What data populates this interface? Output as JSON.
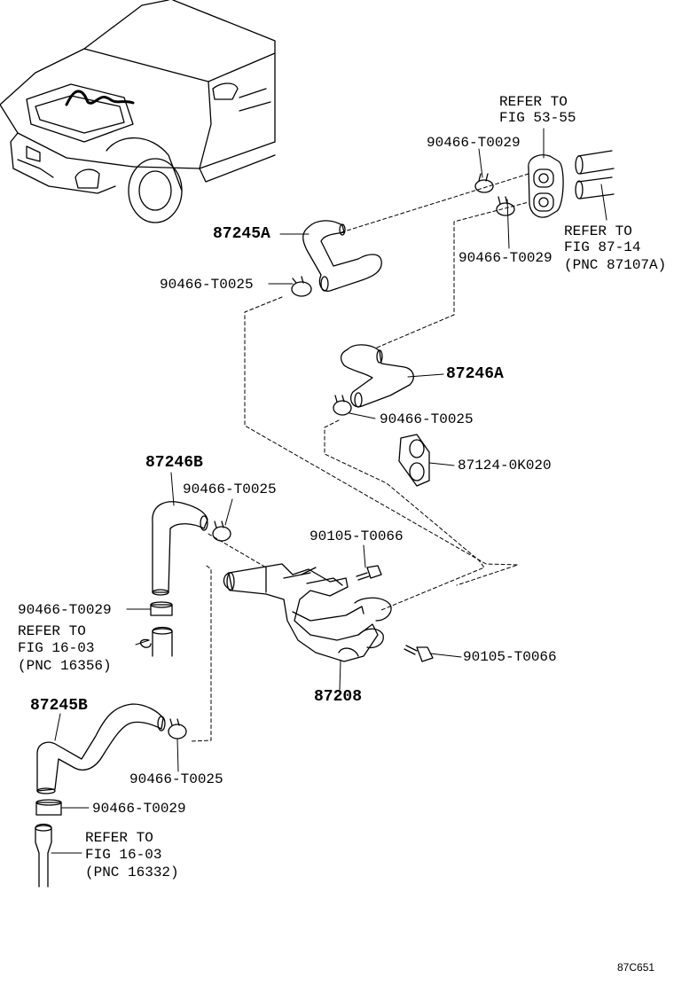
{
  "diagram": {
    "code": "87C651",
    "parts": {
      "hose_87245a": "87245A",
      "hose_87246a": "87246A",
      "hose_87246b": "87246B",
      "hose_87245b": "87245B",
      "valve_87208": "87208",
      "bracket_87124": "87124-0K020"
    },
    "clamps": {
      "clamp_t0029_top": "90466-T0029",
      "clamp_t0029_upper": "90466-T0029",
      "clamp_t0025_a": "90466-T0025",
      "clamp_t0025_b": "90466-T0025",
      "clamp_t0025_c": "90466-T0025",
      "clamp_t0029_mid": "90466-T0029",
      "clamp_t0025_d": "90466-T0025",
      "clamp_t0029_bottom": "90466-T0029"
    },
    "bolts": {
      "bolt_upper": "90105-T0066",
      "bolt_lower": "90105-T0066"
    },
    "refs": {
      "fig5355": {
        "line1": "REFER TO",
        "line2": "FIG 53-55"
      },
      "fig8714": {
        "line1": "REFER TO",
        "line2": "FIG 87-14",
        "line3": "(PNC 87107A)"
      },
      "fig1603a": {
        "line1": "REFER TO",
        "line2": "FIG 16-03",
        "line3": "(PNC 16356)"
      },
      "fig1603b": {
        "line1": "REFER TO",
        "line2": "FIG 16-03",
        "line3": "(PNC 16332)"
      }
    }
  }
}
